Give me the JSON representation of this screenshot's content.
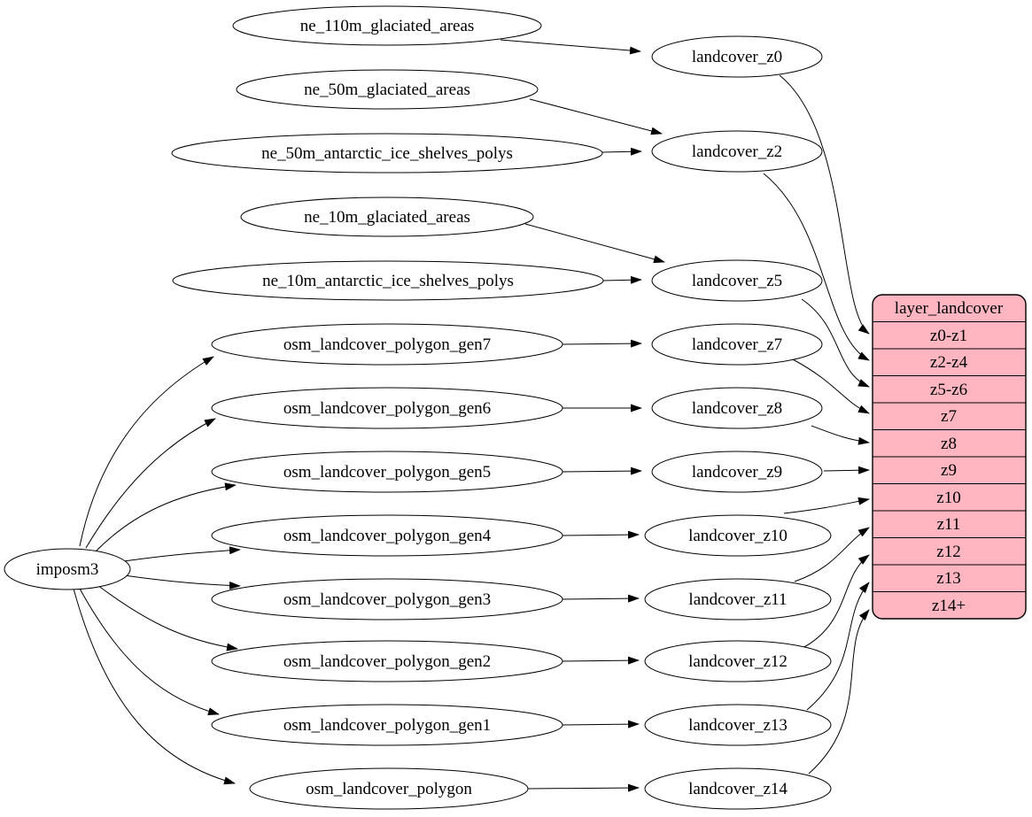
{
  "colors": {
    "table_fill": "#ffb6c1",
    "node_fill": "#ffffff",
    "stroke": "#000000"
  },
  "nodes": {
    "imposm3": {
      "label": "imposm3"
    },
    "ne_110m_glaciated_areas": {
      "label": "ne_110m_glaciated_areas"
    },
    "ne_50m_glaciated_areas": {
      "label": "ne_50m_glaciated_areas"
    },
    "ne_50m_antarctic_ice_shelves_polys": {
      "label": "ne_50m_antarctic_ice_shelves_polys"
    },
    "ne_10m_glaciated_areas": {
      "label": "ne_10m_glaciated_areas"
    },
    "ne_10m_antarctic_ice_shelves_polys": {
      "label": "ne_10m_antarctic_ice_shelves_polys"
    },
    "osm_landcover_polygon_gen7": {
      "label": "osm_landcover_polygon_gen7"
    },
    "osm_landcover_polygon_gen6": {
      "label": "osm_landcover_polygon_gen6"
    },
    "osm_landcover_polygon_gen5": {
      "label": "osm_landcover_polygon_gen5"
    },
    "osm_landcover_polygon_gen4": {
      "label": "osm_landcover_polygon_gen4"
    },
    "osm_landcover_polygon_gen3": {
      "label": "osm_landcover_polygon_gen3"
    },
    "osm_landcover_polygon_gen2": {
      "label": "osm_landcover_polygon_gen2"
    },
    "osm_landcover_polygon_gen1": {
      "label": "osm_landcover_polygon_gen1"
    },
    "osm_landcover_polygon": {
      "label": "osm_landcover_polygon"
    },
    "landcover_z0": {
      "label": "landcover_z0"
    },
    "landcover_z2": {
      "label": "landcover_z2"
    },
    "landcover_z5": {
      "label": "landcover_z5"
    },
    "landcover_z7": {
      "label": "landcover_z7"
    },
    "landcover_z8": {
      "label": "landcover_z8"
    },
    "landcover_z9": {
      "label": "landcover_z9"
    },
    "landcover_z10": {
      "label": "landcover_z10"
    },
    "landcover_z11": {
      "label": "landcover_z11"
    },
    "landcover_z12": {
      "label": "landcover_z12"
    },
    "landcover_z13": {
      "label": "landcover_z13"
    },
    "landcover_z14": {
      "label": "landcover_z14"
    }
  },
  "table": {
    "title": "layer_landcover",
    "rows": [
      "z0-z1",
      "z2-z4",
      "z5-z6",
      "z7",
      "z8",
      "z9",
      "z10",
      "z11",
      "z12",
      "z13",
      "z14+"
    ]
  },
  "edges": [
    {
      "from": "imposm3",
      "to": "osm_landcover_polygon_gen7"
    },
    {
      "from": "imposm3",
      "to": "osm_landcover_polygon_gen6"
    },
    {
      "from": "imposm3",
      "to": "osm_landcover_polygon_gen5"
    },
    {
      "from": "imposm3",
      "to": "osm_landcover_polygon_gen4"
    },
    {
      "from": "imposm3",
      "to": "osm_landcover_polygon_gen3"
    },
    {
      "from": "imposm3",
      "to": "osm_landcover_polygon_gen2"
    },
    {
      "from": "imposm3",
      "to": "osm_landcover_polygon_gen1"
    },
    {
      "from": "imposm3",
      "to": "osm_landcover_polygon"
    },
    {
      "from": "ne_110m_glaciated_areas",
      "to": "landcover_z0"
    },
    {
      "from": "ne_50m_glaciated_areas",
      "to": "landcover_z2"
    },
    {
      "from": "ne_50m_antarctic_ice_shelves_polys",
      "to": "landcover_z2"
    },
    {
      "from": "ne_10m_glaciated_areas",
      "to": "landcover_z5"
    },
    {
      "from": "ne_10m_antarctic_ice_shelves_polys",
      "to": "landcover_z5"
    },
    {
      "from": "osm_landcover_polygon_gen7",
      "to": "landcover_z7"
    },
    {
      "from": "osm_landcover_polygon_gen6",
      "to": "landcover_z8"
    },
    {
      "from": "osm_landcover_polygon_gen5",
      "to": "landcover_z9"
    },
    {
      "from": "osm_landcover_polygon_gen4",
      "to": "landcover_z10"
    },
    {
      "from": "osm_landcover_polygon_gen3",
      "to": "landcover_z11"
    },
    {
      "from": "osm_landcover_polygon_gen2",
      "to": "landcover_z12"
    },
    {
      "from": "osm_landcover_polygon_gen1",
      "to": "landcover_z13"
    },
    {
      "from": "osm_landcover_polygon",
      "to": "landcover_z14"
    },
    {
      "from": "landcover_z0",
      "to": "layer_landcover:z0-z1"
    },
    {
      "from": "landcover_z2",
      "to": "layer_landcover:z2-z4"
    },
    {
      "from": "landcover_z5",
      "to": "layer_landcover:z5-z6"
    },
    {
      "from": "landcover_z7",
      "to": "layer_landcover:z7"
    },
    {
      "from": "landcover_z8",
      "to": "layer_landcover:z8"
    },
    {
      "from": "landcover_z9",
      "to": "layer_landcover:z9"
    },
    {
      "from": "landcover_z10",
      "to": "layer_landcover:z10"
    },
    {
      "from": "landcover_z11",
      "to": "layer_landcover:z11"
    },
    {
      "from": "landcover_z12",
      "to": "layer_landcover:z12"
    },
    {
      "from": "landcover_z13",
      "to": "layer_landcover:z13"
    },
    {
      "from": "landcover_z14",
      "to": "layer_landcover:z14+"
    }
  ]
}
